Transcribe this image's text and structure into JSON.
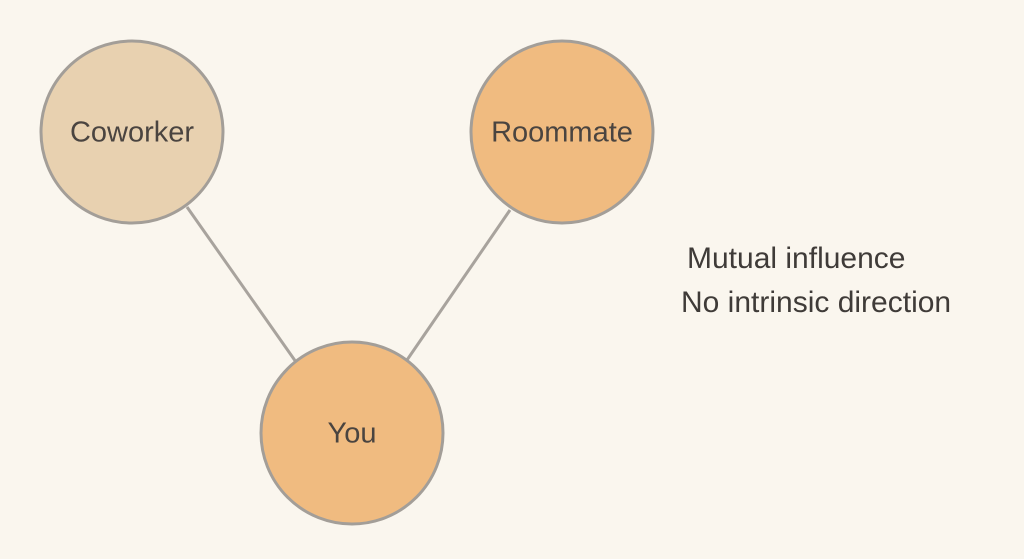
{
  "nodes": [
    {
      "id": "coworker",
      "label": "Coworker",
      "color": "#e8d1b0"
    },
    {
      "id": "roommate",
      "label": "Roommate",
      "color": "#f0bb80"
    },
    {
      "id": "you",
      "label": "You",
      "color": "#f0bb80"
    }
  ],
  "edges": [
    {
      "from": "coworker",
      "to": "you"
    },
    {
      "from": "roommate",
      "to": "you"
    }
  ],
  "notes": [
    "Mutual influence",
    "No intrinsic direction"
  ],
  "colors": {
    "edge": "#a8a39d",
    "stroke": "#a39e98",
    "background": "#faf6ee"
  }
}
